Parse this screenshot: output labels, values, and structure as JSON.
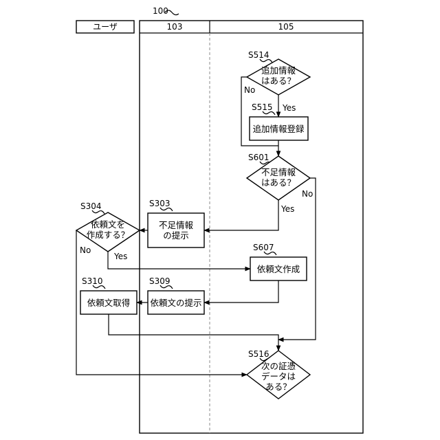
{
  "figure_ref": "100",
  "lanes": {
    "user": "ユーザ",
    "device103": "103",
    "device105": "105"
  },
  "steps": {
    "s514": {
      "id": "S514",
      "lines": [
        "追加情報",
        "はある？"
      ]
    },
    "s515": {
      "id": "S515",
      "lines": [
        "追加情報登録"
      ]
    },
    "s601": {
      "id": "S601",
      "lines": [
        "不足情報",
        "はある？"
      ]
    },
    "s304": {
      "id": "S304",
      "lines": [
        "依頼文を",
        "作成する？"
      ]
    },
    "s303": {
      "id": "S303",
      "lines": [
        "不足情報",
        "の提示"
      ]
    },
    "s607": {
      "id": "S607",
      "lines": [
        "依頼文作成"
      ]
    },
    "s310": {
      "id": "S310",
      "lines": [
        "依頼文取得"
      ]
    },
    "s309": {
      "id": "S309",
      "lines": [
        "依頼文の提示"
      ]
    },
    "s516": {
      "id": "S516",
      "lines": [
        "次の証憑",
        "データは",
        "ある？"
      ]
    }
  },
  "branch_labels": {
    "yes": "Yes",
    "no": "No"
  }
}
